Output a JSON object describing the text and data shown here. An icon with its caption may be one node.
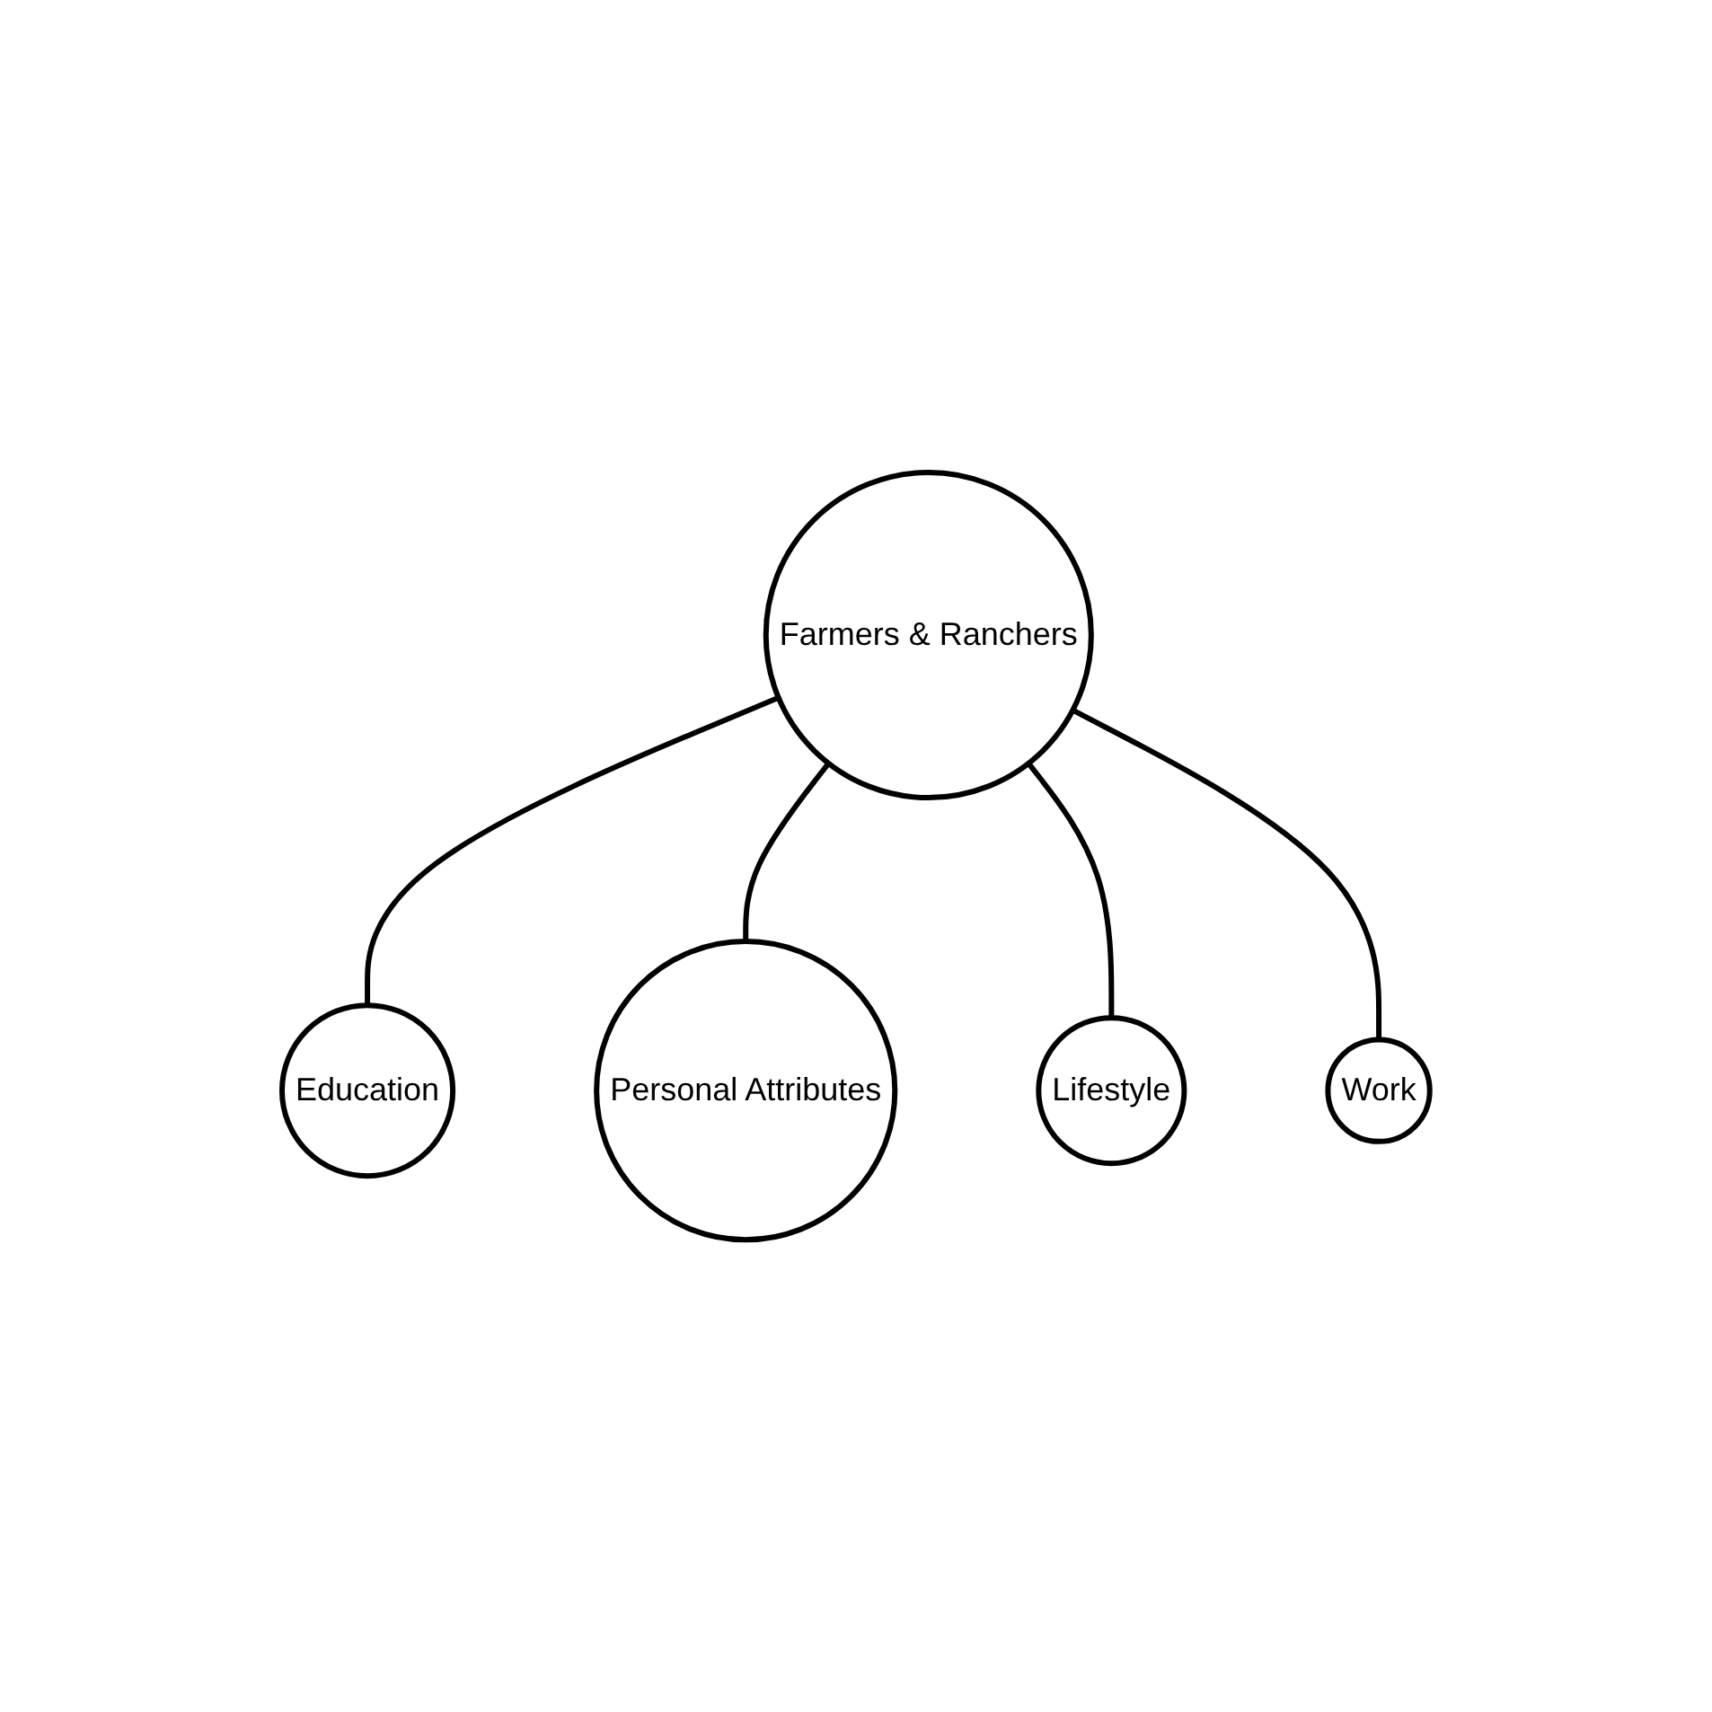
{
  "diagram": {
    "nodes": [
      {
        "text": [
          "Education"
        ]
      },
      {
        "text": [
          "Personal Attributes"
        ]
      },
      {
        "text": [
          "Farmers & Ranchers"
        ]
      },
      {
        "text": [
          "Lifestyle"
        ]
      },
      {
        "text": [
          "Work"
        ]
      }
    ],
    "edges": [
      {
        "from": 2,
        "to": 0,
        "arrow": "none"
      },
      {
        "from": 2,
        "to": 1,
        "arrow": "none"
      },
      {
        "from": 2,
        "to": 3,
        "arrow": "none"
      },
      {
        "from": 2,
        "to": 4,
        "arrow": "none"
      }
    ]
  }
}
